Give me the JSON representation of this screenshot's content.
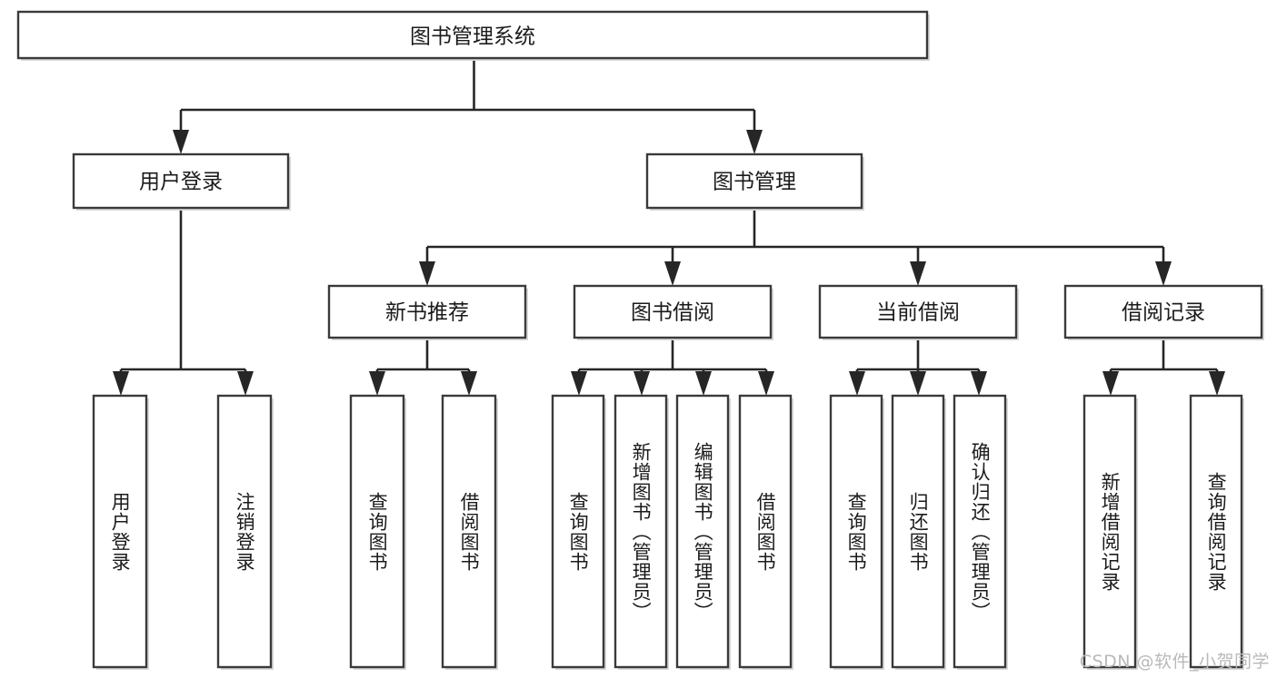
{
  "diagram": {
    "type": "hierarchy-tree",
    "title": "图书管理系统",
    "watermark": "CSDN @软件_小贺同学",
    "levels": {
      "root": {
        "label": "图书管理系统"
      },
      "level2": [
        {
          "id": "user-login",
          "label": "用户登录"
        },
        {
          "id": "book-management",
          "label": "图书管理"
        }
      ],
      "level3": [
        {
          "id": "new-book-recommend",
          "label": "新书推荐",
          "parent": "book-management"
        },
        {
          "id": "book-borrow",
          "label": "图书借阅",
          "parent": "book-management"
        },
        {
          "id": "current-borrow",
          "label": "当前借阅",
          "parent": "book-management"
        },
        {
          "id": "borrow-record",
          "label": "借阅记录",
          "parent": "book-management"
        }
      ],
      "leaves": [
        {
          "id": "leaf-user-login",
          "label": "用户登录",
          "parent": "user-login"
        },
        {
          "id": "leaf-logout-login",
          "label": "注销登录",
          "parent": "user-login"
        },
        {
          "id": "leaf-query-book-1",
          "label": "查询图书",
          "parent": "new-book-recommend"
        },
        {
          "id": "leaf-borrow-book-1",
          "label": "借阅图书",
          "parent": "new-book-recommend"
        },
        {
          "id": "leaf-query-book-2",
          "label": "查询图书",
          "parent": "book-borrow"
        },
        {
          "id": "leaf-add-book",
          "label": "新增图书（管理员）",
          "parent": "book-borrow"
        },
        {
          "id": "leaf-edit-book",
          "label": "编辑图书（管理员）",
          "parent": "book-borrow"
        },
        {
          "id": "leaf-borrow-book-2",
          "label": "借阅图书",
          "parent": "book-borrow"
        },
        {
          "id": "leaf-query-book-3",
          "label": "查询图书",
          "parent": "current-borrow"
        },
        {
          "id": "leaf-return-book",
          "label": "归还图书",
          "parent": "current-borrow"
        },
        {
          "id": "leaf-confirm-return",
          "label": "确认归还（管理员）",
          "parent": "current-borrow"
        },
        {
          "id": "leaf-add-record",
          "label": "新增借阅记录",
          "parent": "borrow-record"
        },
        {
          "id": "leaf-query-record",
          "label": "查询借阅记录",
          "parent": "borrow-record"
        }
      ]
    },
    "colors": {
      "box_stroke": "#3a3a3a",
      "connector": "#262626",
      "background": "#ffffff",
      "text": "#1b1b1b",
      "watermark": "#b9b9b9"
    }
  }
}
